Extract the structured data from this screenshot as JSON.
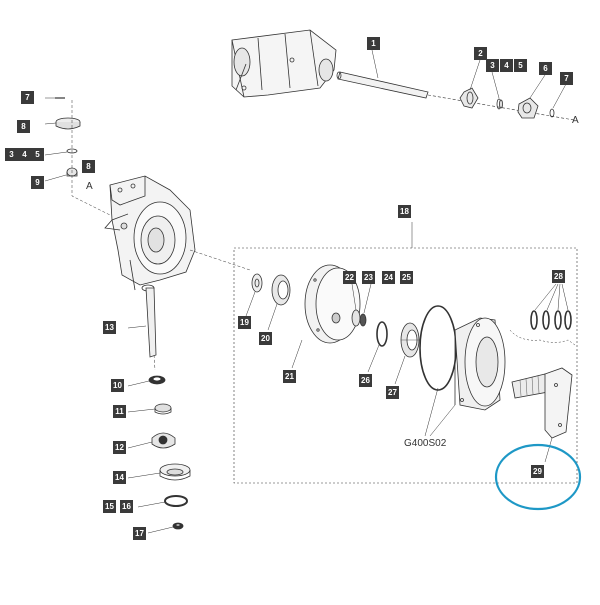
{
  "diagram": {
    "code_label": "G400S02",
    "letter_a": "A",
    "highlight_color": "#1e98c6",
    "tag_color": "#3a3a3a"
  },
  "callouts": [
    {
      "id": "c1",
      "text": "1"
    },
    {
      "id": "c2",
      "text": "2"
    },
    {
      "id": "c3",
      "text": "3"
    },
    {
      "id": "c4",
      "text": "4"
    },
    {
      "id": "c5",
      "text": "5"
    },
    {
      "id": "c6",
      "text": "6"
    },
    {
      "id": "c7",
      "text": "7"
    },
    {
      "id": "c7b",
      "text": "7"
    },
    {
      "id": "c8",
      "text": "8"
    },
    {
      "id": "c3b",
      "text": "3"
    },
    {
      "id": "c4b",
      "text": "4"
    },
    {
      "id": "c5b",
      "text": "5"
    },
    {
      "id": "c9",
      "text": "9"
    },
    {
      "id": "c8b",
      "text": "8"
    },
    {
      "id": "c18",
      "text": "18"
    },
    {
      "id": "c19",
      "text": "19"
    },
    {
      "id": "c20",
      "text": "20"
    },
    {
      "id": "c21",
      "text": "21"
    },
    {
      "id": "c22",
      "text": "22"
    },
    {
      "id": "c23",
      "text": "23"
    },
    {
      "id": "c24",
      "text": "24"
    },
    {
      "id": "c25",
      "text": "25"
    },
    {
      "id": "c26",
      "text": "26"
    },
    {
      "id": "c27",
      "text": "27"
    },
    {
      "id": "c28",
      "text": "28"
    },
    {
      "id": "c29",
      "text": "29"
    },
    {
      "id": "c13",
      "text": "13"
    },
    {
      "id": "c10",
      "text": "10"
    },
    {
      "id": "c11",
      "text": "11"
    },
    {
      "id": "c12",
      "text": "12"
    },
    {
      "id": "c14",
      "text": "14"
    },
    {
      "id": "c15",
      "text": "15"
    },
    {
      "id": "c16",
      "text": "16"
    },
    {
      "id": "c17",
      "text": "17"
    }
  ]
}
